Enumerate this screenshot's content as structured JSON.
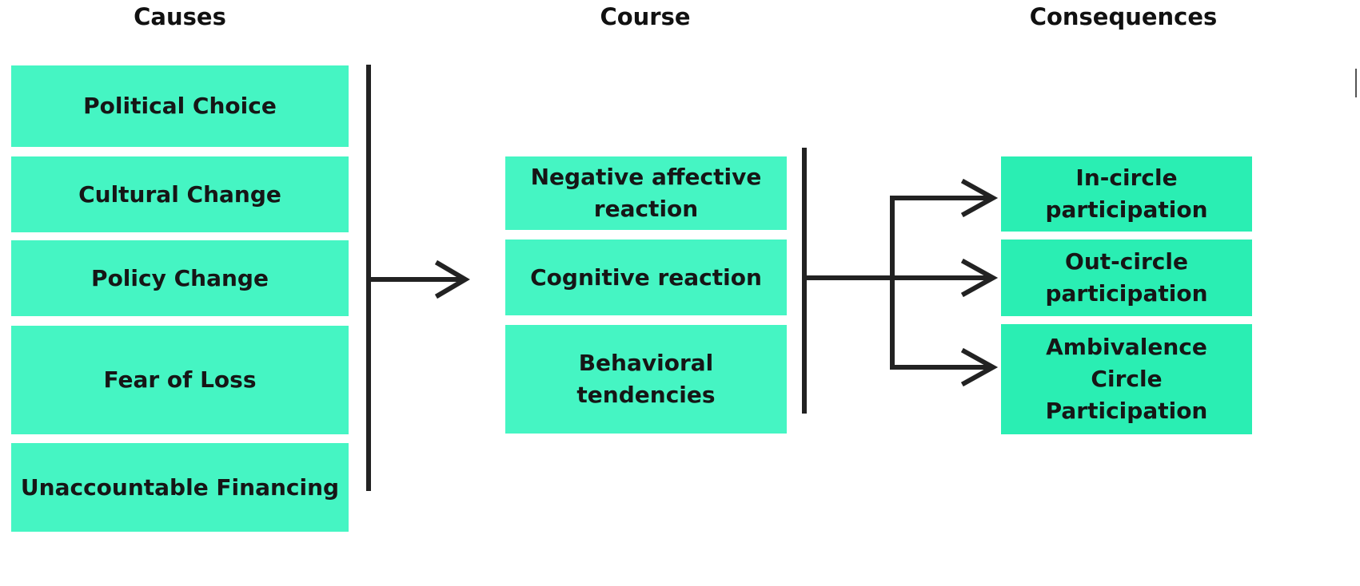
{
  "columns": {
    "causes": {
      "title": "Causes",
      "items": [
        "Political Choice",
        "Cultural Change",
        "Policy Change",
        "Fear of Loss",
        "Unaccountable Financing"
      ]
    },
    "course": {
      "title": "Course",
      "items": [
        "Negative affective\nreaction",
        "Cognitive reaction",
        "Behavioral\ntendencies"
      ]
    },
    "consequences": {
      "title": "Consequences",
      "items": [
        "In-circle\nparticipation",
        "Out-circle\nparticipation",
        "Ambivalence\nCircle\nParticipation"
      ]
    }
  },
  "colors": {
    "box_fill": "#45f5c3",
    "box_fill_consequences": "#2aeeb3",
    "line": "#222222"
  }
}
